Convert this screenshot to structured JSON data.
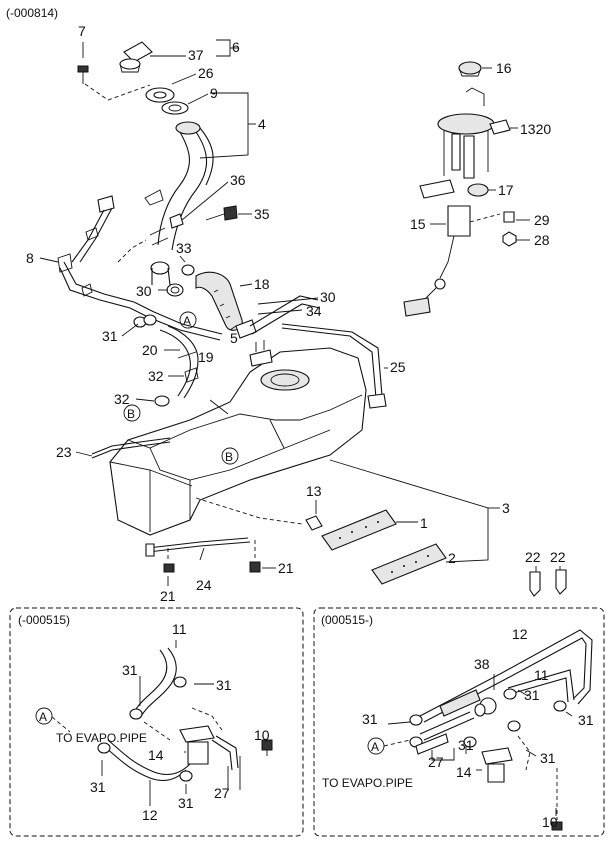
{
  "headers": {
    "main": "(-000814)",
    "left_box": "(-000515)",
    "right_box": "(000515-)"
  },
  "captions": {
    "left": "TO EVAPO.PIPE",
    "right": "TO EVAPO.PIPE"
  },
  "circles": {
    "a": "A",
    "b": "B"
  },
  "labels": {
    "n7": "7",
    "n37": "37",
    "n6": "6",
    "n26": "26",
    "n9": "9",
    "n4": "4",
    "n36": "36",
    "n35": "35",
    "n33": "33",
    "n8": "8",
    "n30a": "30",
    "n18": "18",
    "n30b": "30",
    "n34": "34",
    "n5": "5",
    "n31": "31",
    "n20": "20",
    "n19": "19",
    "n32a": "32",
    "n32b": "32",
    "n25": "25",
    "n23": "23",
    "n13": "13",
    "n1": "1",
    "n3": "3",
    "n2": "2",
    "n21a": "21",
    "n21b": "21",
    "n24": "24",
    "n22a": "22",
    "n22b": "22",
    "n16": "16",
    "n1320": "1320",
    "n17": "17",
    "n15": "15",
    "n29": "29",
    "n28": "28",
    "l11": "11",
    "l31a": "31",
    "l31b": "31",
    "l31c": "31",
    "l31d": "31",
    "l10": "10",
    "l14": "14",
    "l27": "27",
    "l12": "12",
    "r12": "12",
    "r38": "38",
    "r11": "11",
    "r31a": "31",
    "r31b": "31",
    "r31c": "31",
    "r31d": "31",
    "r31e": "31",
    "r27": "27",
    "r14": "14",
    "r10": "10"
  }
}
